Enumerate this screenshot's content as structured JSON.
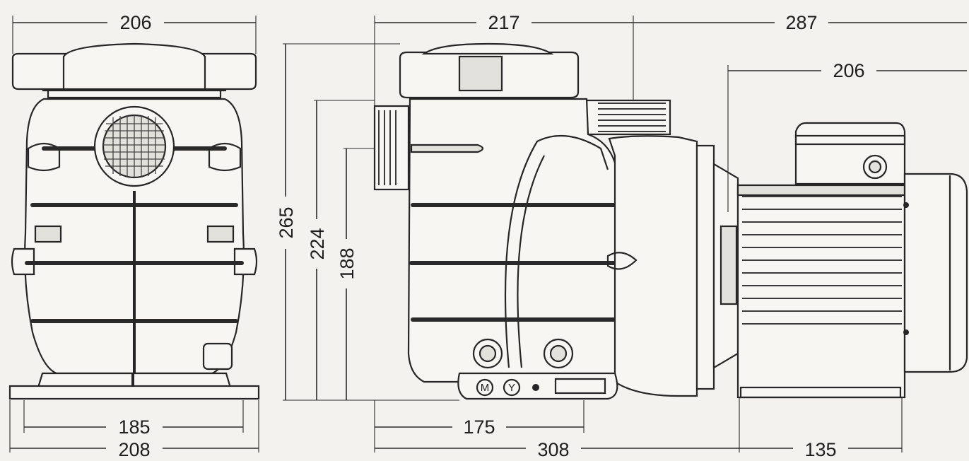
{
  "dimensions": {
    "front_top_width": "206",
    "front_base_inner_width": "185",
    "front_base_outer_width": "208",
    "height_overall": "265",
    "height_outlet": "224",
    "height_inlet": "188",
    "length_pump_head": "217",
    "length_motor": "287",
    "motor_body_length": "206",
    "base_to_foot": "175",
    "length_pump_body": "308",
    "motor_foot_length": "135"
  },
  "markings": {
    "label_m": "M",
    "label_y": "Y"
  }
}
